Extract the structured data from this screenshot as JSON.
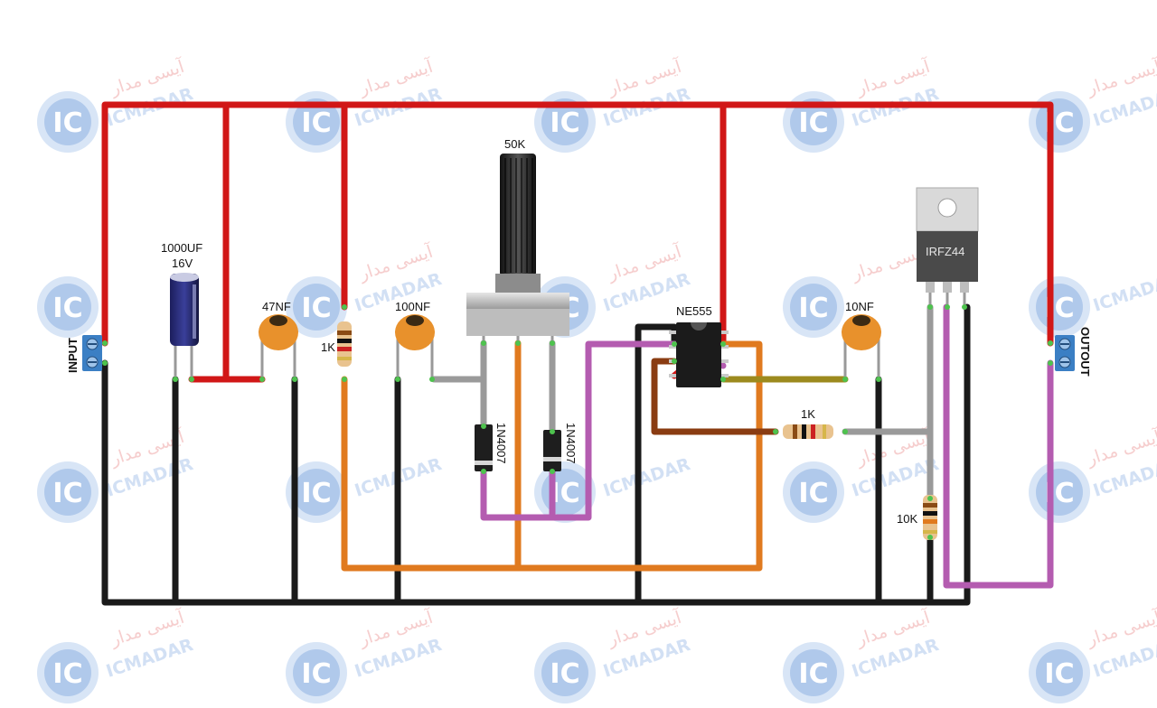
{
  "watermark": {
    "latin": "ICMADAR",
    "fa": "آیسی مدار",
    "logo": "IC"
  },
  "labels": {
    "input": "INPUT",
    "output": "OUTOUT",
    "cap_electrolytic_value": "1000UF",
    "cap_electrolytic_voltage": "16V",
    "cap_47nf": "47NF",
    "resistor_1k_top": "1K",
    "cap_100nf": "100NF",
    "potentiometer": "50K",
    "diode_left": "1N4007",
    "diode_right": "1N4007",
    "timer_ic": "NE555",
    "cap_10nf": "10NF",
    "mosfet": "IRFZ44",
    "resistor_1k_gate": "1K",
    "resistor_10k": "10K"
  },
  "colors": {
    "power_wire": "#d11717",
    "ground_wire": "#1a1a1a",
    "orange_wire": "#e07a1f",
    "purple_wire": "#b45cb0",
    "gray_wire": "#9a9a9a",
    "brown_wire": "#8a3c12",
    "olive_wire": "#9c8a1e",
    "ceramic_cap": "#e8912c",
    "terminal_block": "#3b7fc4"
  }
}
